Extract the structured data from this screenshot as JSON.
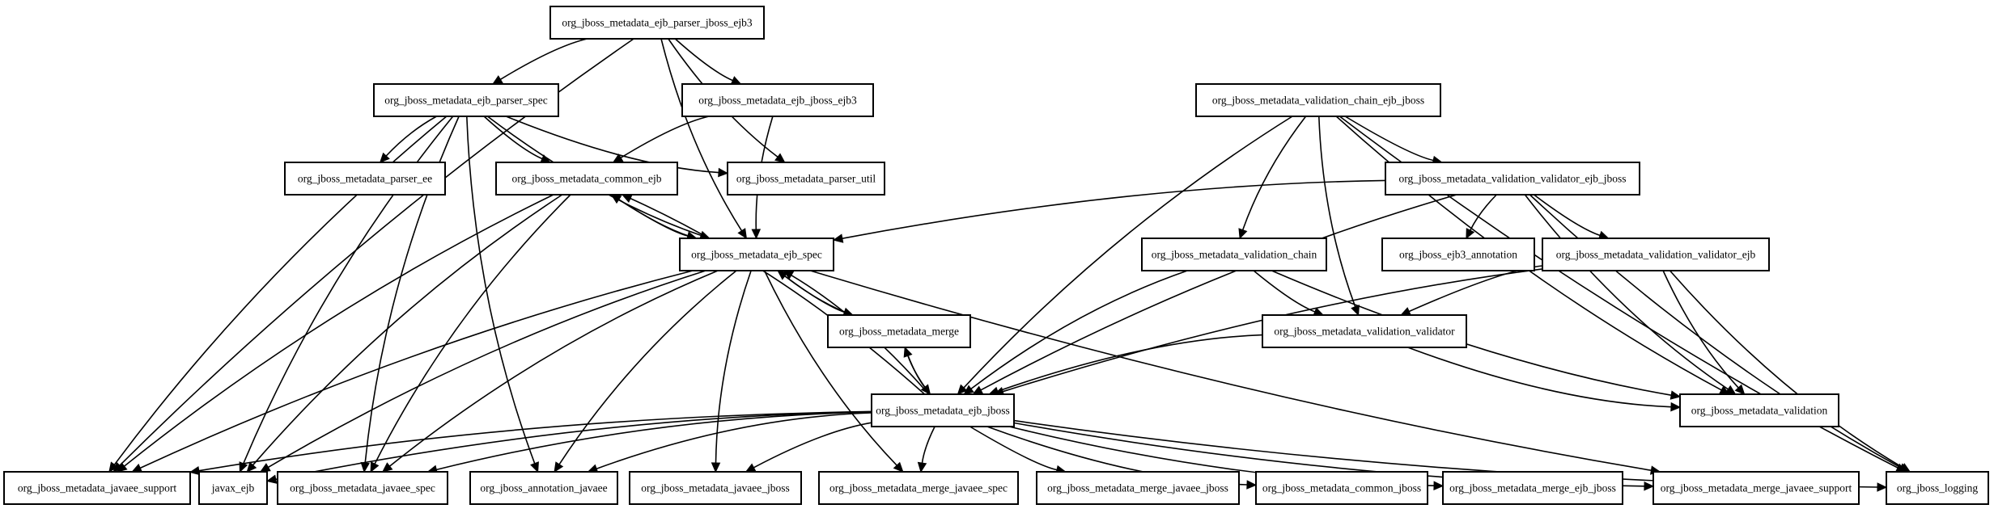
{
  "diagram": {
    "nodes": [
      {
        "id": "parser_jboss_ejb3",
        "label": "org_jboss_metadata_ejb_parser_jboss_ejb3"
      },
      {
        "id": "parser_spec",
        "label": "org_jboss_metadata_ejb_parser_spec"
      },
      {
        "id": "jboss_ejb3",
        "label": "org_jboss_metadata_ejb_jboss_ejb3"
      },
      {
        "id": "parser_ee",
        "label": "org_jboss_metadata_parser_ee"
      },
      {
        "id": "common_ejb",
        "label": "org_jboss_metadata_common_ejb"
      },
      {
        "id": "parser_util",
        "label": "org_jboss_metadata_parser_util"
      },
      {
        "id": "ejb_spec",
        "label": "org_jboss_metadata_ejb_spec"
      },
      {
        "id": "merge",
        "label": "org_jboss_metadata_merge"
      },
      {
        "id": "ejb_jboss",
        "label": "org_jboss_metadata_ejb_jboss"
      },
      {
        "id": "vchain_ejb_jboss",
        "label": "org_jboss_metadata_validation_chain_ejb_jboss"
      },
      {
        "id": "vvalidator_ejb_jboss",
        "label": "org_jboss_metadata_validation_validator_ejb_jboss"
      },
      {
        "id": "vchain",
        "label": "org_jboss_metadata_validation_chain"
      },
      {
        "id": "ejb3_annotation",
        "label": "org_jboss_ejb3_annotation"
      },
      {
        "id": "vvalidator_ejb",
        "label": "org_jboss_metadata_validation_validator_ejb"
      },
      {
        "id": "vvalidator",
        "label": "org_jboss_metadata_validation_validator"
      },
      {
        "id": "validation",
        "label": "org_jboss_metadata_validation"
      },
      {
        "id": "javaee_support",
        "label": "org_jboss_metadata_javaee_support"
      },
      {
        "id": "javax_ejb",
        "label": "javax_ejb"
      },
      {
        "id": "javaee_spec",
        "label": "org_jboss_metadata_javaee_spec"
      },
      {
        "id": "annotation_javaee",
        "label": "org_jboss_annotation_javaee"
      },
      {
        "id": "javaee_jboss",
        "label": "org_jboss_metadata_javaee_jboss"
      },
      {
        "id": "merge_javaee_spec",
        "label": "org_jboss_metadata_merge_javaee_spec"
      },
      {
        "id": "merge_javaee_jboss",
        "label": "org_jboss_metadata_merge_javaee_jboss"
      },
      {
        "id": "common_jboss",
        "label": "org_jboss_metadata_common_jboss"
      },
      {
        "id": "merge_ejb_jboss",
        "label": "org_jboss_metadata_merge_ejb_jboss"
      },
      {
        "id": "merge_javaee_support",
        "label": "org_jboss_metadata_merge_javaee_support"
      },
      {
        "id": "logging",
        "label": "org_jboss_logging"
      }
    ],
    "edges": [
      {
        "from": "parser_jboss_ejb3",
        "to": "parser_spec"
      },
      {
        "from": "parser_jboss_ejb3",
        "to": "jboss_ejb3"
      },
      {
        "from": "parser_jboss_ejb3",
        "to": "parser_util"
      },
      {
        "from": "parser_jboss_ejb3",
        "to": "ejb_spec"
      },
      {
        "from": "parser_jboss_ejb3",
        "to": "javaee_support"
      },
      {
        "from": "parser_spec",
        "to": "parser_ee"
      },
      {
        "from": "parser_spec",
        "to": "common_ejb"
      },
      {
        "from": "parser_spec",
        "to": "parser_util"
      },
      {
        "from": "parser_spec",
        "to": "ejb_spec"
      },
      {
        "from": "parser_spec",
        "to": "javaee_support"
      },
      {
        "from": "parser_spec",
        "to": "javax_ejb"
      },
      {
        "from": "parser_spec",
        "to": "javaee_spec"
      },
      {
        "from": "parser_spec",
        "to": "annotation_javaee"
      },
      {
        "from": "jboss_ejb3",
        "to": "common_ejb"
      },
      {
        "from": "jboss_ejb3",
        "to": "ejb_spec"
      },
      {
        "from": "common_ejb",
        "to": "ejb_spec"
      },
      {
        "from": "common_ejb",
        "to": "javaee_support"
      },
      {
        "from": "common_ejb",
        "to": "javax_ejb"
      },
      {
        "from": "common_ejb",
        "to": "javaee_spec"
      },
      {
        "from": "ejb_spec",
        "to": "common_ejb"
      },
      {
        "from": "ejb_spec",
        "to": "merge"
      },
      {
        "from": "ejb_spec",
        "to": "javaee_support"
      },
      {
        "from": "ejb_spec",
        "to": "javax_ejb"
      },
      {
        "from": "ejb_spec",
        "to": "javaee_spec"
      },
      {
        "from": "ejb_spec",
        "to": "annotation_javaee"
      },
      {
        "from": "ejb_spec",
        "to": "javaee_jboss"
      },
      {
        "from": "ejb_spec",
        "to": "merge_javaee_spec"
      },
      {
        "from": "ejb_spec",
        "to": "merge_javaee_support"
      },
      {
        "from": "merge",
        "to": "ejb_spec"
      },
      {
        "from": "merge",
        "to": "ejb_jboss"
      },
      {
        "from": "ejb_jboss",
        "to": "merge"
      },
      {
        "from": "ejb_jboss",
        "to": "ejb_spec"
      },
      {
        "from": "ejb_jboss",
        "to": "common_ejb"
      },
      {
        "from": "ejb_jboss",
        "to": "javaee_support"
      },
      {
        "from": "ejb_jboss",
        "to": "javax_ejb"
      },
      {
        "from": "ejb_jboss",
        "to": "javaee_spec"
      },
      {
        "from": "ejb_jboss",
        "to": "annotation_javaee"
      },
      {
        "from": "ejb_jboss",
        "to": "javaee_jboss"
      },
      {
        "from": "ejb_jboss",
        "to": "merge_javaee_spec"
      },
      {
        "from": "ejb_jboss",
        "to": "merge_javaee_jboss"
      },
      {
        "from": "ejb_jboss",
        "to": "common_jboss"
      },
      {
        "from": "ejb_jboss",
        "to": "merge_ejb_jboss"
      },
      {
        "from": "ejb_jboss",
        "to": "merge_javaee_support"
      },
      {
        "from": "ejb_jboss",
        "to": "logging"
      },
      {
        "from": "vchain_ejb_jboss",
        "to": "vvalidator_ejb_jboss"
      },
      {
        "from": "vchain_ejb_jboss",
        "to": "vchain"
      },
      {
        "from": "vchain_ejb_jboss",
        "to": "vvalidator"
      },
      {
        "from": "vchain_ejb_jboss",
        "to": "ejb_jboss"
      },
      {
        "from": "vchain_ejb_jboss",
        "to": "validation"
      },
      {
        "from": "vchain_ejb_jboss",
        "to": "logging"
      },
      {
        "from": "vvalidator_ejb_jboss",
        "to": "ejb3_annotation"
      },
      {
        "from": "vvalidator_ejb_jboss",
        "to": "vvalidator_ejb"
      },
      {
        "from": "vvalidator_ejb_jboss",
        "to": "ejb_spec"
      },
      {
        "from": "vvalidator_ejb_jboss",
        "to": "ejb_jboss"
      },
      {
        "from": "vvalidator_ejb_jboss",
        "to": "validation"
      },
      {
        "from": "vvalidator_ejb_jboss",
        "to": "logging"
      },
      {
        "from": "vchain",
        "to": "vvalidator"
      },
      {
        "from": "vchain",
        "to": "ejb_jboss"
      },
      {
        "from": "vchain",
        "to": "validation"
      },
      {
        "from": "vvalidator_ejb",
        "to": "vvalidator"
      },
      {
        "from": "vvalidator_ejb",
        "to": "ejb_jboss"
      },
      {
        "from": "vvalidator_ejb",
        "to": "validation"
      },
      {
        "from": "vvalidator_ejb",
        "to": "logging"
      },
      {
        "from": "vvalidator",
        "to": "ejb_jboss"
      },
      {
        "from": "vvalidator",
        "to": "validation"
      }
    ]
  }
}
